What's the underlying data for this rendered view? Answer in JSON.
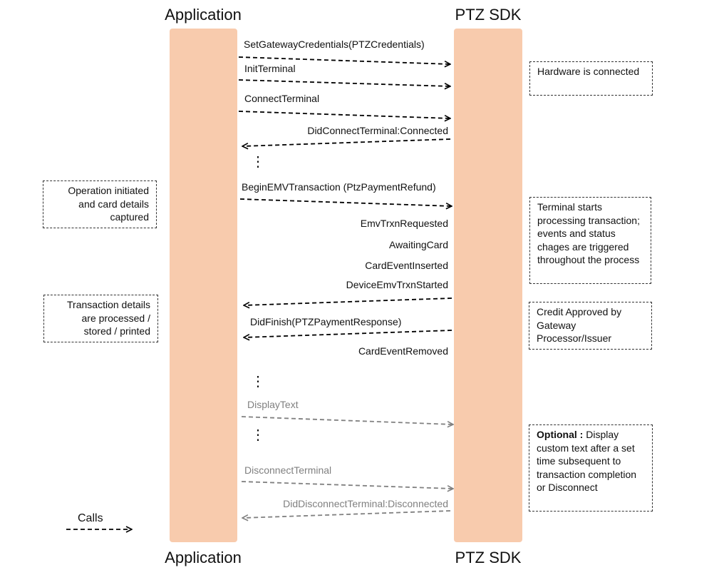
{
  "lanes": {
    "app": "Application",
    "sdk": "PTZ SDK"
  },
  "messages": [
    {
      "id": "m1",
      "label": "SetGatewayCredentials(PTZCredentials)",
      "direction": "to-sdk",
      "style": "black"
    },
    {
      "id": "m2",
      "label": "InitTerminal",
      "direction": "to-sdk",
      "style": "black"
    },
    {
      "id": "m3",
      "label": "ConnectTerminal",
      "direction": "to-sdk",
      "style": "black"
    },
    {
      "id": "m4",
      "label": "DidConnectTerminal:Connected",
      "direction": "to-app",
      "style": "black"
    },
    {
      "id": "m5",
      "label": "BeginEMVTransaction (PtzPaymentRefund)",
      "direction": "to-sdk",
      "style": "black"
    },
    {
      "id": "m6",
      "label": "DidFinish(PTZPaymentResponse)",
      "direction": "to-app",
      "style": "black"
    },
    {
      "id": "m7",
      "label": "DisplayText",
      "direction": "to-sdk",
      "style": "grey"
    },
    {
      "id": "m8",
      "label": "DisconnectTerminal",
      "direction": "to-sdk",
      "style": "grey"
    },
    {
      "id": "m9",
      "label": "DidDisconnectTerminal:Disconnected",
      "direction": "to-app",
      "style": "grey"
    }
  ],
  "events": [
    "EmvTrxnRequested",
    "AwaitingCard",
    "CardEventInserted",
    "DeviceEmvTrxnStarted",
    "CardEventRemoved"
  ],
  "ellipsis": "⋮",
  "notes": {
    "hardware": "Hardware is connected",
    "operation": "Operation initiated and card details captured",
    "terminal": "Terminal starts processing transaction; events and status chages are triggered throughout the process",
    "transaction": "Transaction details are processed / stored / printed",
    "credit": "Credit Approved by Gateway Processor/Issuer",
    "optional_label": "Optional :",
    "optional_text": " Display custom text after a set time subsequent to transaction completion or Disconnect"
  },
  "legend": {
    "label": "Calls"
  },
  "colors": {
    "lifeline": "#f8cbad",
    "arrow": "#000000",
    "arrow_optional": "#808080"
  }
}
